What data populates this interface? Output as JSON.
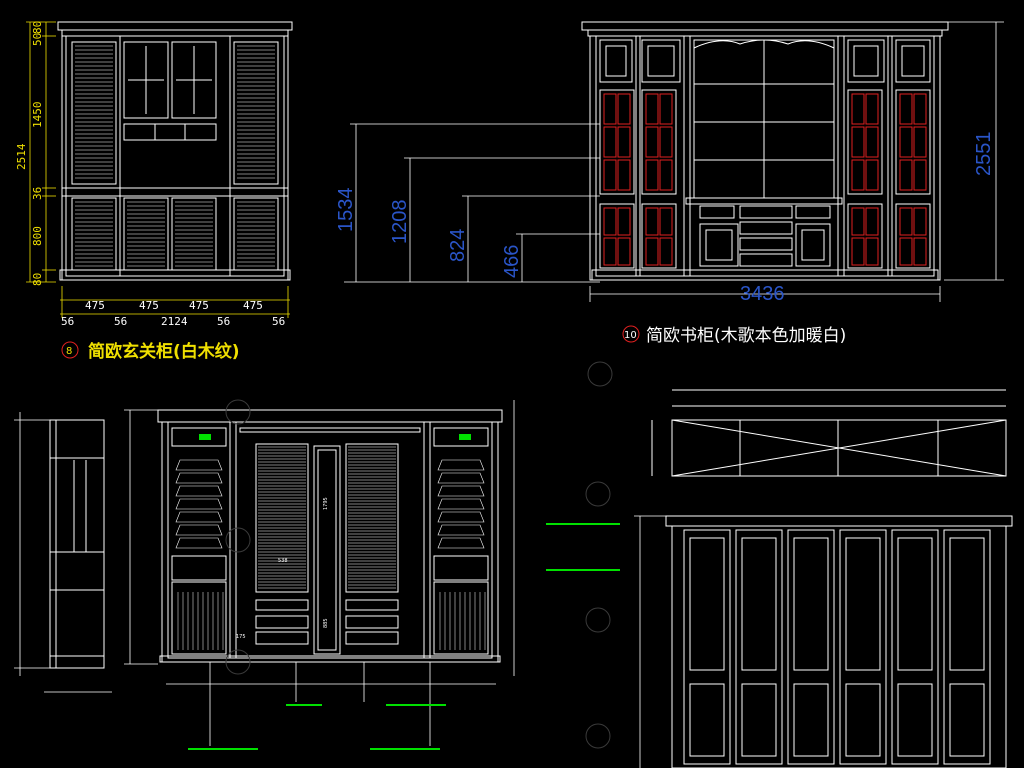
{
  "drawing_8": {
    "number": "8",
    "title": "简欧玄关柜(白木纹)",
    "height_dims": [
      "80",
      "50",
      "1450",
      "36",
      "800",
      "80"
    ],
    "total_height": "2514",
    "width_dims": [
      "475",
      "475",
      "475",
      "475"
    ],
    "bottom_dims": [
      "56",
      "56",
      "2124",
      "56",
      "56"
    ]
  },
  "drawing_10": {
    "number": "10",
    "title": "简欧书柜(木歌本色加暖白)",
    "height_dims": [
      "1534",
      "1208",
      "824",
      "466"
    ],
    "total_height": "2551",
    "total_width": "3436"
  },
  "drawing_lower": {
    "dims": [
      "1795",
      "538",
      "885",
      "175"
    ]
  },
  "colors": {
    "background": "#000000",
    "line": "#ffffff",
    "yellow_dim": "#f0e000",
    "blue_dim": "#2a55c8",
    "red_glass": "#e02020",
    "green_note": "#00e000"
  }
}
